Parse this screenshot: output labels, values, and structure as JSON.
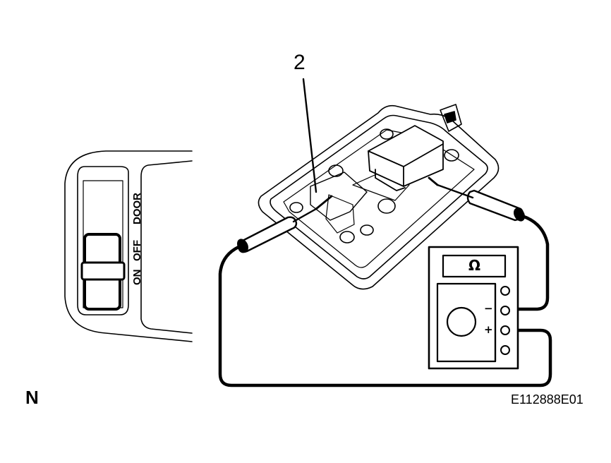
{
  "callout": {
    "number": "2"
  },
  "view_letter": "N",
  "figure_id": "E112888E01",
  "switch": {
    "on": "ON",
    "off": "OFF",
    "door": "DOOR"
  },
  "meter": {
    "symbol": "Ω",
    "minus": "−",
    "plus": "+"
  }
}
